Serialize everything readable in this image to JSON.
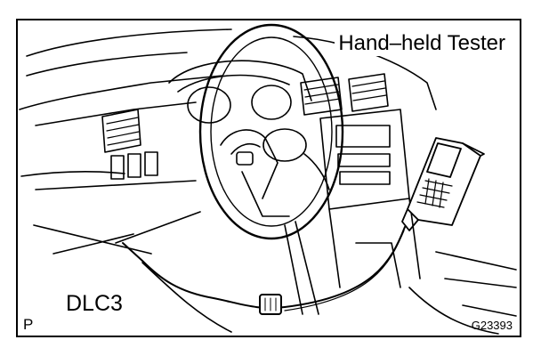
{
  "labels": {
    "title": "Hand–held Tester",
    "connector": "DLC3",
    "corner_mark": "P",
    "figure_code": "G23393"
  }
}
